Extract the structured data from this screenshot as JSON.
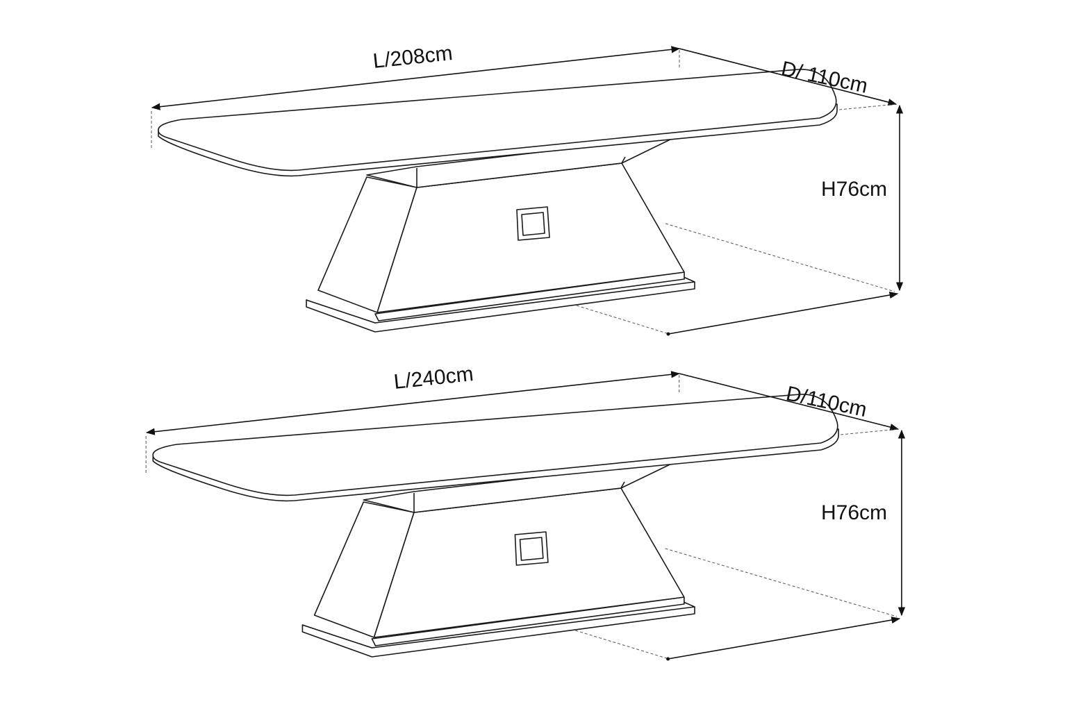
{
  "tables": [
    {
      "length_label": "L/208cm",
      "depth_label": "D/ 110cm",
      "height_label": "H76cm"
    },
    {
      "length_label": "L/240cm",
      "depth_label": "D/110cm",
      "height_label": "H76cm"
    }
  ],
  "colors": {
    "line": "#1a1a1a",
    "background": "#ffffff"
  }
}
